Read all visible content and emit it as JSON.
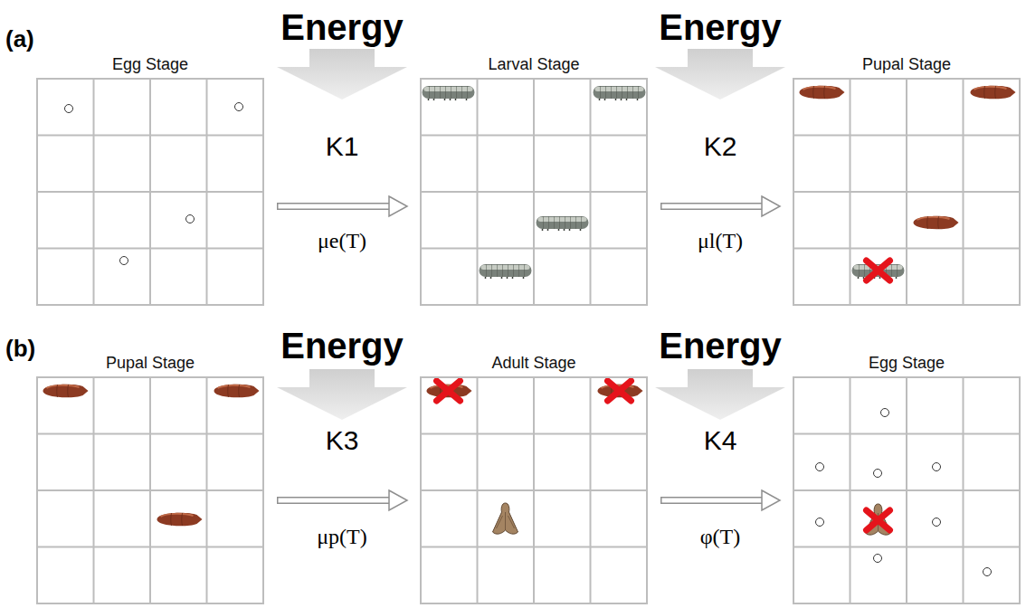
{
  "diagram": {
    "nodes": [
      {
        "text": [
          "Egg Stage"
        ]
      },
      {
        "text": [
          "Larval Stage"
        ]
      },
      {
        "text": [
          "Pupal Stage"
        ]
      },
      {
        "text": [
          "Pupal Stage"
        ]
      },
      {
        "text": [
          "Adult Stage"
        ]
      },
      {
        "text": [
          "Egg Stage"
        ]
      }
    ],
    "edges": [
      {
        "from": 0,
        "to": 1,
        "arrow": "to",
        "label": "K1"
      },
      {
        "from": 1,
        "to": 2,
        "arrow": "to",
        "label": "K2"
      },
      {
        "from": 3,
        "to": 4,
        "arrow": "to",
        "label": "K3"
      },
      {
        "from": 4,
        "to": 5,
        "arrow": "to",
        "label": "K4"
      }
    ],
    "labels": [
      "(a)",
      "Energy",
      "Energy",
      "μe(T)",
      "μl(T)",
      "(b)",
      "Energy",
      "Energy",
      "μp(T)",
      "φ(T)"
    ]
  }
}
